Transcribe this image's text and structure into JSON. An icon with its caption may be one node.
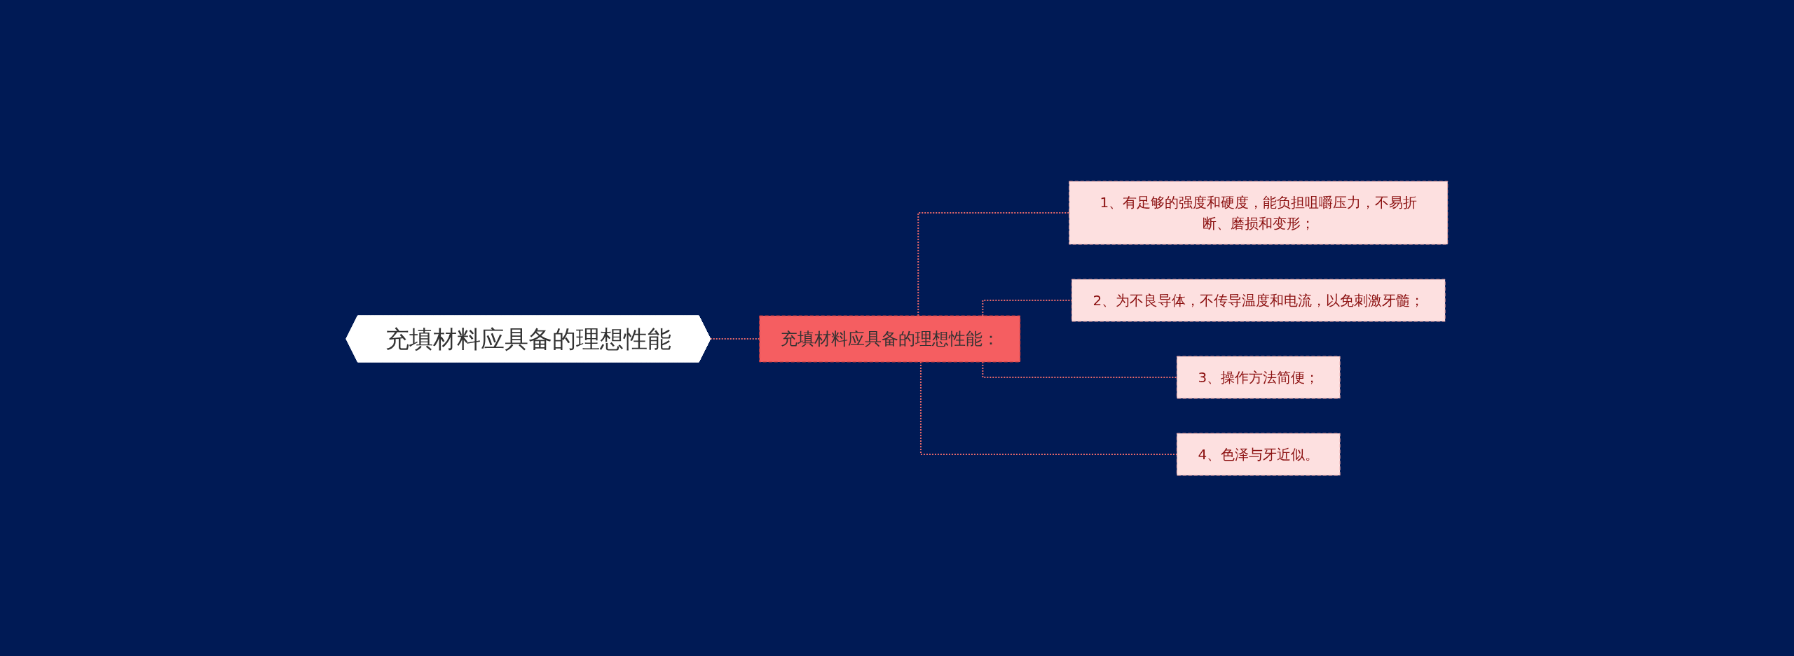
{
  "diagram": {
    "nodes": [
      {
        "text": [
          "充填材料应具备的理想性能"
        ]
      },
      {
        "text": [
          "充填材料应具备的理想性能："
        ]
      },
      {
        "text": [
          "1、有足够的强度和硬度，能负担咀嚼压力，不易折断、磨损和变形；"
        ]
      },
      {
        "text": [
          "2、为不良导体，不传导温度和电流，以免刺激牙髓；"
        ]
      },
      {
        "text": [
          "3、操作方法简便；"
        ]
      },
      {
        "text": [
          "4、色泽与牙近似。"
        ]
      }
    ],
    "edges": [
      {
        "from": 0,
        "to": 1,
        "arrow": "none",
        "style": "dashed"
      },
      {
        "from": 1,
        "to": 2,
        "arrow": "none",
        "style": "dashed"
      },
      {
        "from": 1,
        "to": 3,
        "arrow": "none",
        "style": "dashed"
      },
      {
        "from": 1,
        "to": 4,
        "arrow": "none",
        "style": "dashed"
      },
      {
        "from": 1,
        "to": 5,
        "arrow": "none",
        "style": "dashed"
      }
    ]
  }
}
